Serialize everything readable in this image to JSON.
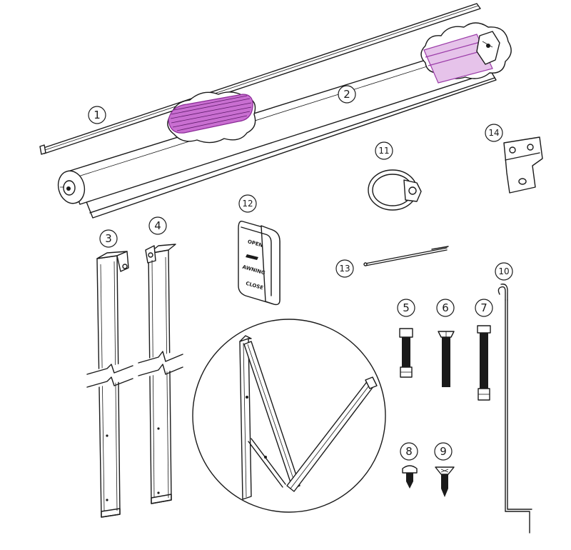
{
  "callouts": [
    "1",
    "2",
    "3",
    "4",
    "5",
    "6",
    "7",
    "8",
    "9",
    "10",
    "11",
    "12",
    "13",
    "14"
  ],
  "switch_labels": {
    "open": "OPEN",
    "awning": "AWNING",
    "close": "CLOSE"
  },
  "colors": {
    "line": "#1a1a1a",
    "highlight": "#c96fd1",
    "highlight_stroke": "#8a2a96"
  }
}
